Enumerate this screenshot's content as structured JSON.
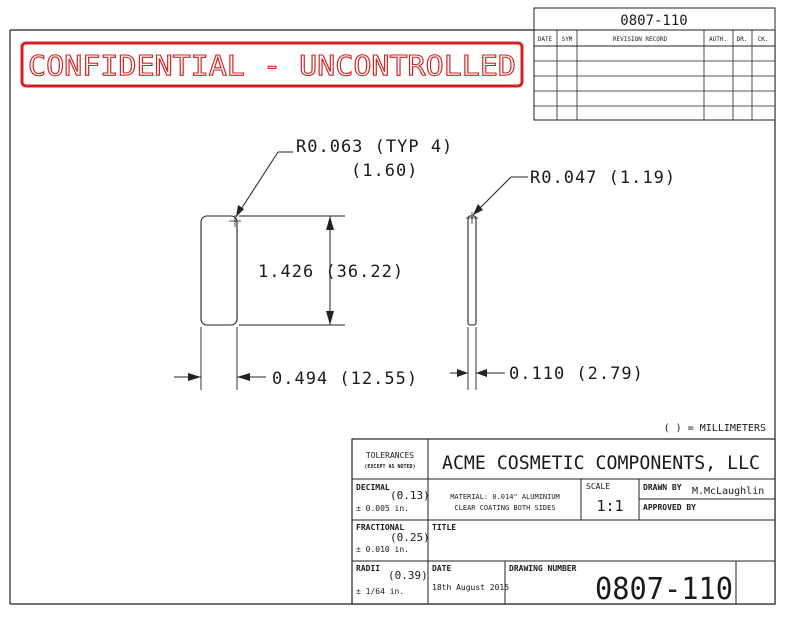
{
  "drawing_number_top": "0807-110",
  "revision_header": {
    "date": "DATE",
    "sym": "SYM",
    "record": "REVISION RECORD",
    "auth": "AUTH.",
    "dr": "DR.",
    "ck": "CK."
  },
  "stamp": "CONFIDENTIAL - UNCONTROLLED",
  "dimensions": {
    "radius_large": "R0.063 (TYP 4)",
    "radius_large_mm": "(1.60)",
    "radius_small": "R0.047 (1.19)",
    "height": "1.426 (36.22)",
    "width": "0.494 (12.55)",
    "thickness": "0.110 (2.79)"
  },
  "units_note": "( ) = MILLIMETERS",
  "title_block": {
    "tolerances": "TOLERANCES",
    "except_as_noted": "(EXCEPT AS NOTED)",
    "company": "ACME COSMETIC COMPONENTS, LLC",
    "decimal_label": "DECIMAL",
    "decimal_mm": "(0.13)",
    "decimal_value": "± 0.005 in.",
    "material_line1": "MATERIAL: 0.014\" ALUMINIUM",
    "material_line2": "CLEAR COATING BOTH SIDES",
    "scale_label": "SCALE",
    "scale_value": "1:1",
    "drawn_by_label": "DRAWN BY",
    "drawn_by_value": "M.McLaughlin",
    "approved_by_label": "APPROVED BY",
    "fractional_label": "FRACTIONAL",
    "fractional_mm": "(0.25)",
    "fractional_value": "± 0.010 in.",
    "title_label": "TITLE",
    "radii_label": "RADII",
    "radii_mm": "(0.39)",
    "radii_value": "± 1/64 in.",
    "date_label": "DATE",
    "date_value": "18th August 2015",
    "drawing_number_label": "DRAWING NUMBER",
    "drawing_number": "0807-110"
  }
}
